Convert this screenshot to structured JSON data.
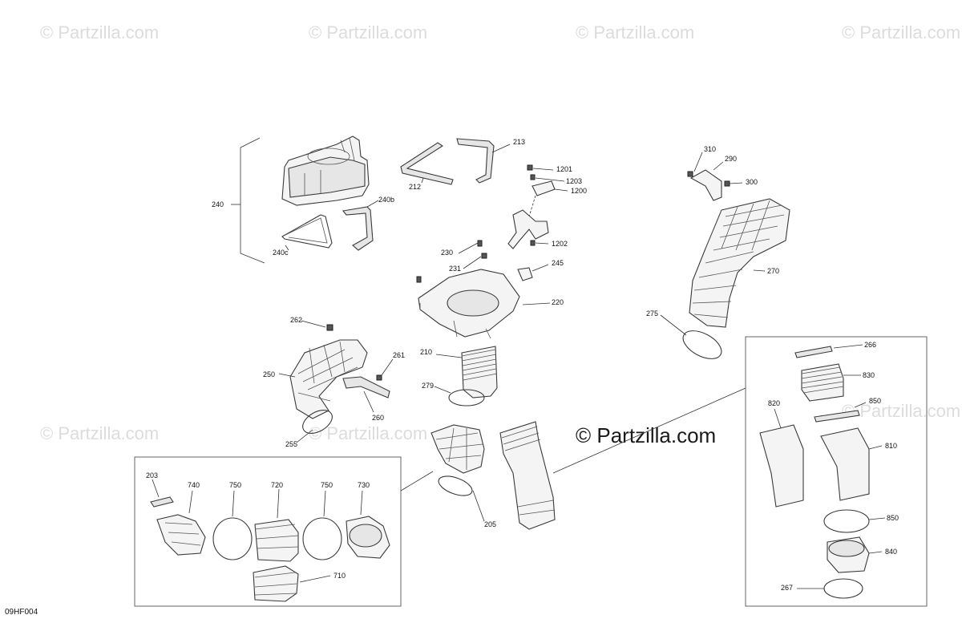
{
  "watermark": "© Partzilla.com",
  "diagram_code": "09HF004",
  "labels": {
    "l240": "240",
    "l240b": "240b",
    "l240c": "240c",
    "l212": "212",
    "l213": "213",
    "l1201": "1201",
    "l1203": "1203",
    "l1200": "1200",
    "l1202": "1202",
    "l310": "310",
    "l290": "290",
    "l300": "300",
    "l230": "230",
    "l231": "231",
    "l245": "245",
    "l220": "220",
    "l270": "270",
    "l275": "275",
    "l262": "262",
    "l261": "261",
    "l250": "250",
    "l260": "260",
    "l255": "255",
    "l210": "210",
    "l279": "279",
    "l205": "205",
    "l203": "203",
    "l740": "740",
    "l750a": "750",
    "l720": "720",
    "l750b": "750",
    "l730": "730",
    "l710": "710",
    "l266": "266",
    "l830": "830",
    "l820": "820",
    "l850a": "850",
    "l810": "810",
    "l850b": "850",
    "l840": "840",
    "l267": "267"
  }
}
